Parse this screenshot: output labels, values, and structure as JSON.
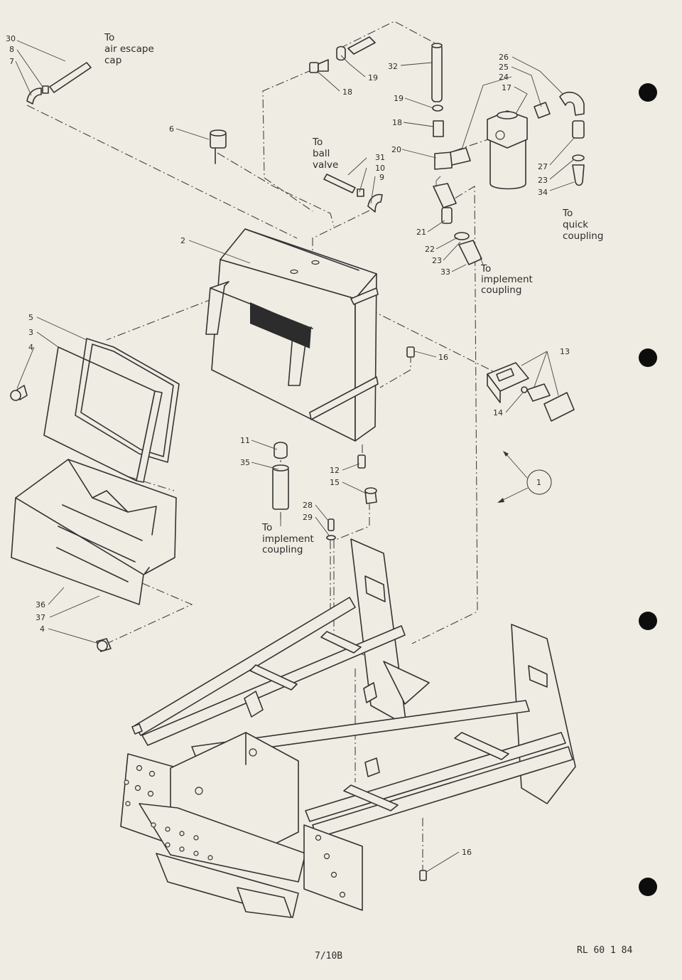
{
  "notes": {
    "air_escape": [
      "To",
      "air escape",
      "cap"
    ],
    "ball_valve": [
      "To",
      "ball",
      "valve"
    ],
    "quick_coupling": [
      "To",
      "quick",
      "coupling"
    ],
    "implement_coupling_top": [
      "To",
      "implement",
      "coupling"
    ],
    "implement_coupling_bottom": [
      "To",
      "implement",
      "coupling"
    ]
  },
  "callouts": [
    {
      "id": "c30",
      "label": "30"
    },
    {
      "id": "c8",
      "label": "8"
    },
    {
      "id": "c7",
      "label": "7"
    },
    {
      "id": "c6",
      "label": "6"
    },
    {
      "id": "c18a",
      "label": "18"
    },
    {
      "id": "c19a",
      "label": "19"
    },
    {
      "id": "c32",
      "label": "32"
    },
    {
      "id": "c19b",
      "label": "19"
    },
    {
      "id": "c18b",
      "label": "18"
    },
    {
      "id": "c20",
      "label": "20"
    },
    {
      "id": "c31",
      "label": "31"
    },
    {
      "id": "c10",
      "label": "10"
    },
    {
      "id": "c9",
      "label": "9"
    },
    {
      "id": "c26",
      "label": "26"
    },
    {
      "id": "c25",
      "label": "25"
    },
    {
      "id": "c24",
      "label": "24"
    },
    {
      "id": "c17",
      "label": "17"
    },
    {
      "id": "c27",
      "label": "27"
    },
    {
      "id": "c23a",
      "label": "23"
    },
    {
      "id": "c34",
      "label": "34"
    },
    {
      "id": "c21",
      "label": "21"
    },
    {
      "id": "c22",
      "label": "22"
    },
    {
      "id": "c23b",
      "label": "23"
    },
    {
      "id": "c33",
      "label": "33"
    },
    {
      "id": "c2",
      "label": "2"
    },
    {
      "id": "c5",
      "label": "5"
    },
    {
      "id": "c3",
      "label": "3"
    },
    {
      "id": "c4a",
      "label": "4"
    },
    {
      "id": "c16a",
      "label": "16"
    },
    {
      "id": "c13",
      "label": "13"
    },
    {
      "id": "c14",
      "label": "14"
    },
    {
      "id": "c11",
      "label": "11"
    },
    {
      "id": "c35",
      "label": "35"
    },
    {
      "id": "c12",
      "label": "12"
    },
    {
      "id": "c15",
      "label": "15"
    },
    {
      "id": "c28",
      "label": "28"
    },
    {
      "id": "c29",
      "label": "29"
    },
    {
      "id": "c36",
      "label": "36"
    },
    {
      "id": "c37",
      "label": "37"
    },
    {
      "id": "c4b",
      "label": "4"
    },
    {
      "id": "c16b",
      "label": "16"
    },
    {
      "id": "c1",
      "label": "1"
    }
  ],
  "footer": {
    "page_number": "7/10B",
    "doc_ref": "RL 60 1 84"
  }
}
